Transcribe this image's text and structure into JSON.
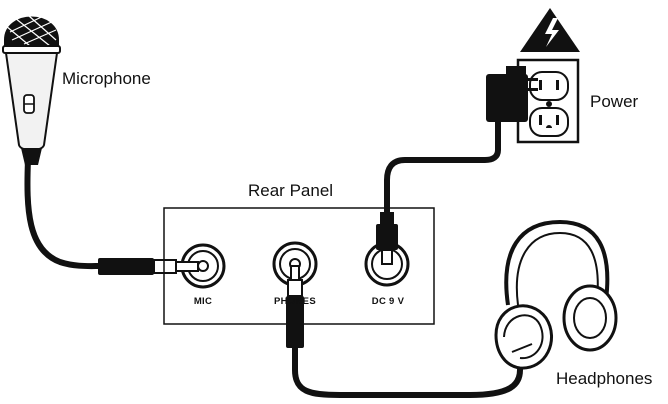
{
  "labels": {
    "microphone": "Microphone",
    "power": "Power",
    "rear_panel": "Rear Panel",
    "headphones": "Headphones",
    "mic_jack": "MIC",
    "phones_jack": "PHONES",
    "dc_jack": "DC 9 V"
  },
  "icons": {
    "microphone": "microphone-icon",
    "outlet": "power-outlet-icon",
    "adapter": "power-adapter-icon",
    "warning": "high-voltage-warning-icon",
    "headphones": "headphones-icon"
  },
  "colors": {
    "line": "#111111",
    "background": "#ffffff",
    "mic_body": "#f2f2f2"
  }
}
